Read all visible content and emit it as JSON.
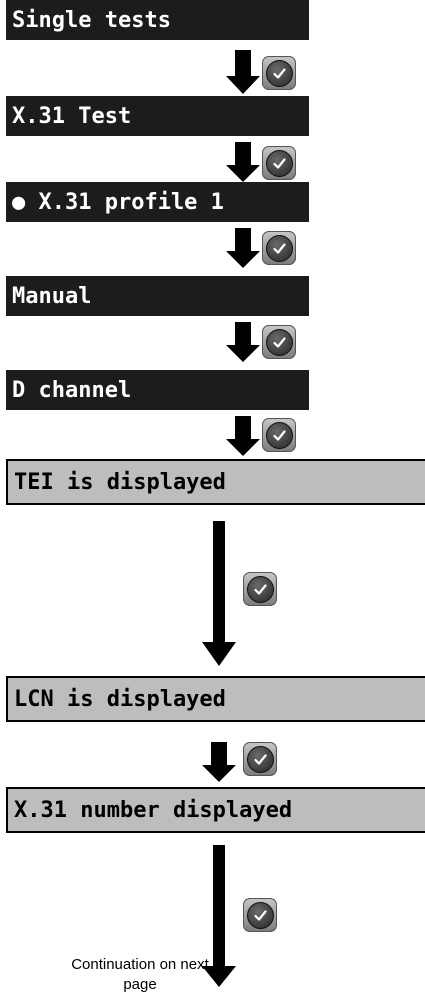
{
  "steps": {
    "single_tests": "Single tests",
    "x31_test": "X.31 Test",
    "x31_profile": "● X.31 profile 1",
    "manual": "Manual",
    "d_channel": "D channel",
    "tei_displayed": "TEI is displayed",
    "lcn_displayed": "LCN is displayed",
    "x31_number": "X.31 number displayed"
  },
  "continuation_note": "Continuation on next page",
  "icons": {
    "arrow": "down-arrow-icon",
    "confirm": "ok-checkmark-icon"
  },
  "colors": {
    "dark_bar": "#1c1c1c",
    "grey_bar": "#bdbdbd"
  }
}
